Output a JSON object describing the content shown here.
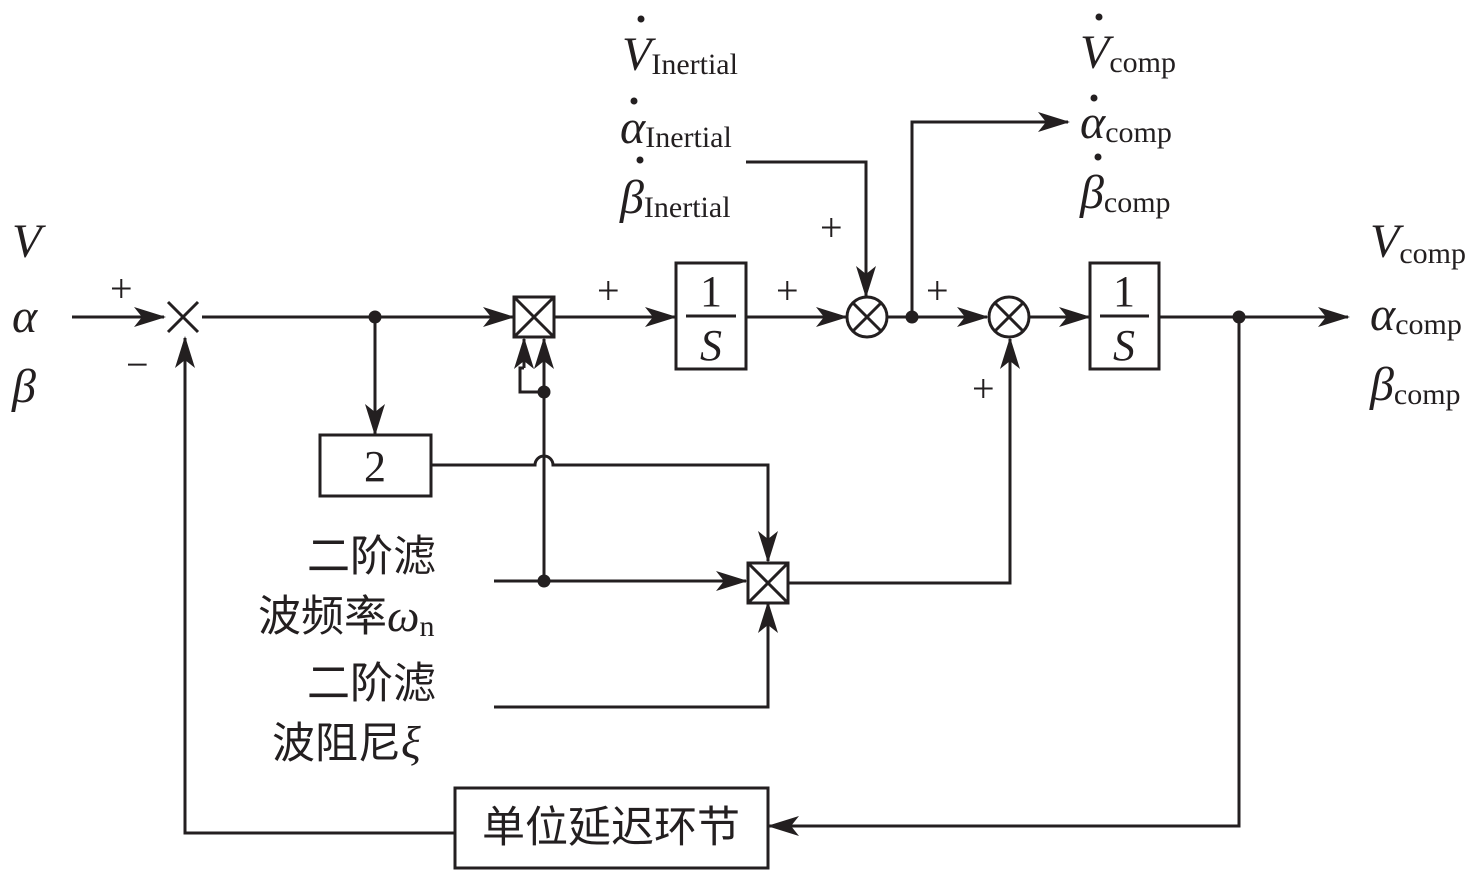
{
  "inputs": {
    "v": "V",
    "alpha": "α",
    "beta": "β"
  },
  "inertial": {
    "v": "V",
    "alpha": "α",
    "beta": "β",
    "sub": "Inertial"
  },
  "comp_rates": {
    "v": "V",
    "alpha": "α",
    "beta": "β",
    "sub": "comp"
  },
  "outputs": {
    "v": "V",
    "alpha": "α",
    "beta": "β",
    "sub": "comp"
  },
  "blocks": {
    "integrator_1": {
      "num": "1",
      "den": "S"
    },
    "integrator_2": {
      "num": "1",
      "den": "S"
    },
    "gain": "2",
    "delay": "单位延迟环节"
  },
  "params": {
    "omega_line1": "二阶滤",
    "omega_line2": "波频率",
    "omega_symbol": "ω",
    "omega_sub": "n",
    "xi_line1": "二阶滤",
    "xi_line2": "波阻尼",
    "xi_symbol": "ξ"
  },
  "signs": {
    "in_plus": "+",
    "in_minus": "−",
    "mult_plus": "+",
    "int1_plus": "+",
    "inertial_plus": "+",
    "sum1_out_plus": "+",
    "sum2_plus": "+"
  },
  "colors": {
    "line": "#231f20",
    "background": "#ffffff"
  }
}
